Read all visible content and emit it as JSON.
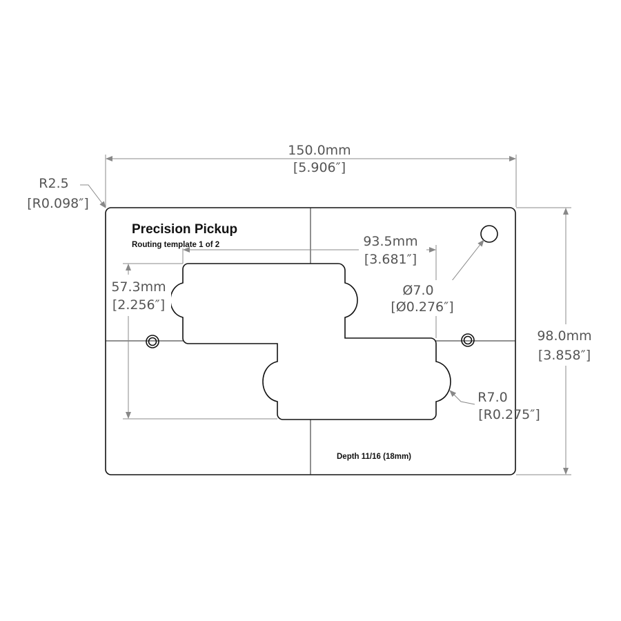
{
  "template": {
    "title": "Precision Pickup",
    "subtitle": "Routing template 1 of 2",
    "depth": "Depth 11/16 (18mm)"
  },
  "dimensions": {
    "width_mm": "150.0mm",
    "width_in": "[5.906″]",
    "height_mm": "98.0mm",
    "height_in": "[3.858″]",
    "corner_radius_mm": "R2.5",
    "corner_radius_in": "[R0.098″]",
    "pickup_span_mm": "93.5mm",
    "pickup_span_in": "[3.681″]",
    "pickup_height_mm": "57.3mm",
    "pickup_height_in": "[2.256″]",
    "hole_dia_mm": "Ø7.0",
    "hole_dia_in": "[Ø0.276″]",
    "end_radius_mm": "R7.0",
    "end_radius_in": "[R0.275″]"
  }
}
